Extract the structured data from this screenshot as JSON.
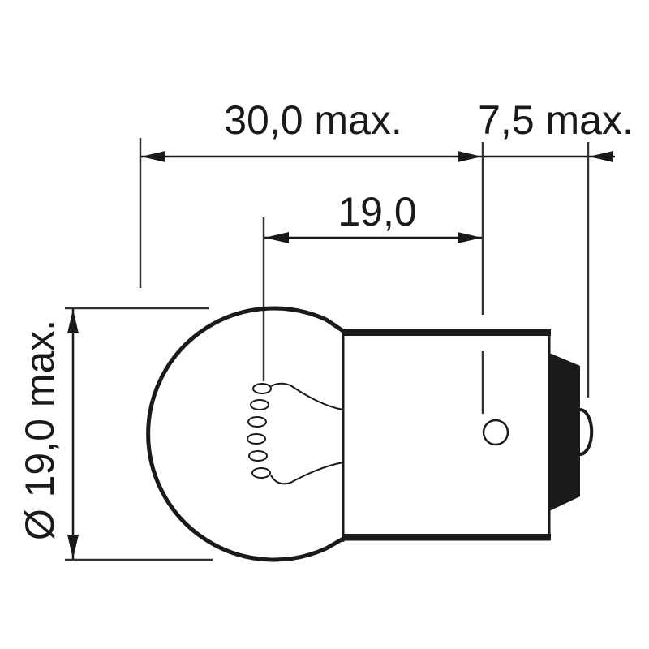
{
  "labels": {
    "overall_length": "30,0 max.",
    "contact_length": "7,5 max.",
    "filament_distance": "19,0",
    "diameter": "Ø 19,0 max."
  },
  "colors": {
    "line": "#1a1a1a",
    "background": "#ffffff"
  }
}
